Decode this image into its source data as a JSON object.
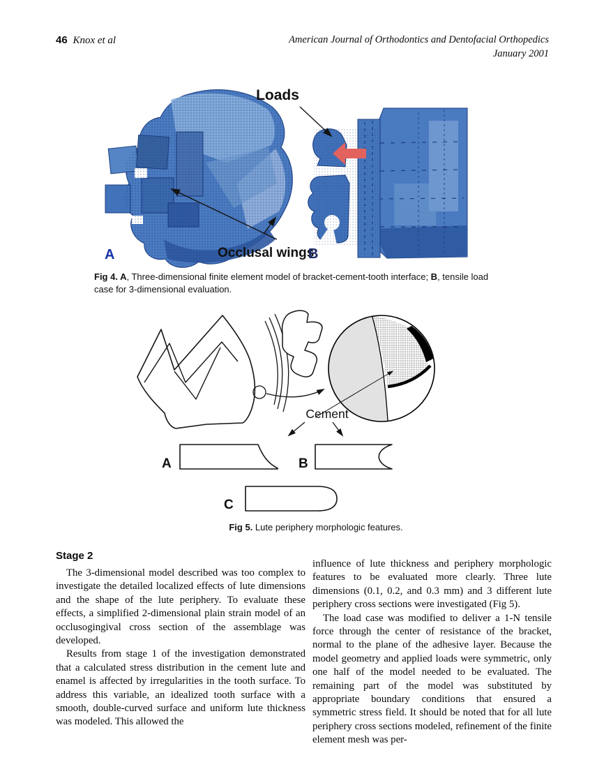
{
  "header": {
    "page_number": "46",
    "authors": "Knox et al",
    "journal_line1": "American Journal of Orthodontics and Dentofacial Orthopedics",
    "journal_line2": "January 2001"
  },
  "fig4": {
    "labels": {
      "loads": "Loads",
      "occlusal_wings": "Occlusal wings",
      "model_a": "A",
      "model_b": "B"
    },
    "caption": {
      "bold1": "Fig 4. A",
      "text1": ", Three-dimensional finite element model of bracket-cement-tooth interface; ",
      "bold2": "B",
      "text2": ", tensile load case for 3-dimensional evaluation."
    },
    "colors": {
      "model_blue": "#4a7ac0",
      "model_blue_light": "#8ab0dd",
      "model_blue_dark": "#2e58a0",
      "load_arrow_red": "#e2625e",
      "label_a_blue": "#1733a8",
      "label_b_navy": "#1b2a66"
    }
  },
  "fig5": {
    "labels": {
      "cement": "Cement",
      "shape_a": "A",
      "shape_b": "B",
      "shape_c": "C"
    },
    "caption": {
      "bold": "Fig 5.",
      "text": " Lute periphery morphologic features."
    },
    "colors": {
      "detail_gray": "#e2e2e2"
    }
  },
  "body": {
    "heading": "Stage 2",
    "left_paragraphs": [
      "The 3-dimensional model described was too complex to investigate the detailed localized effects of lute dimensions and the shape of the lute periphery. To evaluate these effects, a simplified 2-dimensional plain strain model of an occlusogingival cross section of the assemblage was developed.",
      "Results from stage 1 of the investigation demonstrated that a calculated stress distribution in the cement lute and enamel is affected by irregularities in the tooth surface. To address this variable, an idealized tooth surface with a smooth, double-curved surface and uniform lute thickness was modeled. This allowed the"
    ],
    "right_paragraphs": [
      "influence of lute thickness and periphery morphologic features to be evaluated more clearly. Three lute dimensions (0.1, 0.2, and 0.3 mm) and 3 different lute periphery cross sections were investigated (Fig 5).",
      "The load case was modified to deliver a 1-N tensile force through the center of resistance of the bracket, normal to the plane of the adhesive layer. Because the model geometry and applied loads were symmetric, only one half of the model needed to be evaluated. The remaining part of the model was substituted by appropriate boundary conditions that ensured a symmetric stress field. It should be noted that for all lute periphery cross sections modeled, refinement of the finite element mesh was per-"
    ]
  }
}
